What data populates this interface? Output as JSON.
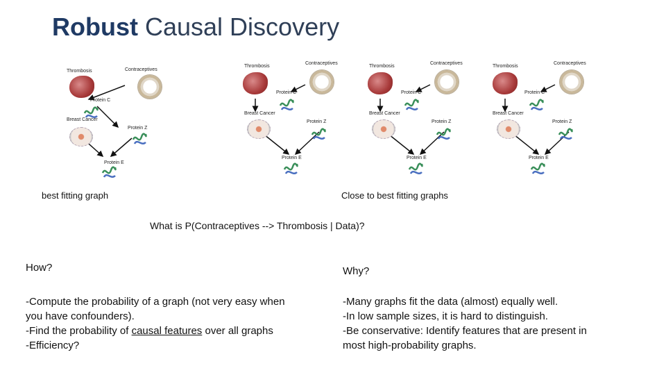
{
  "title": {
    "accent": "Robust",
    "rest": " Causal Discovery"
  },
  "nodes": {
    "thrombosis": "Thrombosis",
    "contraceptives": "Contraceptives",
    "protein_c": "Protein C",
    "breast_cancer": "Breast Cancer",
    "protein_z": "Protein Z",
    "protein_e": "Protein E"
  },
  "captions": {
    "best": "best fitting graph",
    "close": "Close to best fitting graphs"
  },
  "question": "What is P(Contraceptives --> Thrombosis | Data)?",
  "how": {
    "heading": "How?",
    "line1": "-Compute the probability of a graph (not very easy when",
    "line2": "you have confounders).",
    "line3_pre": "-Find the probability of ",
    "line3_u": "causal features",
    "line3_post": " over all graphs",
    "line4": "-Efficiency?"
  },
  "why": {
    "heading": "Why?",
    "line1": "-Many graphs fit the data (almost) equally well.",
    "line2": "-In low sample sizes, it is hard to distinguish.",
    "line3": "-Be conservative: Identify features that are present in",
    "line4": "most high-probability graphs."
  }
}
